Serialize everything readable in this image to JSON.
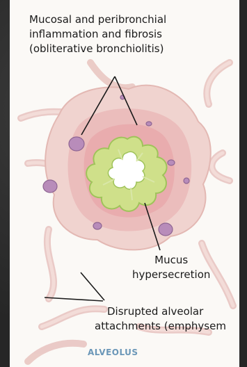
{
  "labels": {
    "inflammation_line1": "Mucosal and peribronchial",
    "inflammation_line2": "inflammation and fibrosis",
    "inflammation_line3": "(obliterative bronchiolitis)",
    "mucus_line1": "Mucus",
    "mucus_line2": "hypersecretion",
    "disrupted_line1": "Disrupted alveolar",
    "disrupted_line2": "attachments (emphysem",
    "alveolus": "ALVEOLUS"
  },
  "colors": {
    "panel": "#fbf9f6",
    "tissue": "#f1d6d2",
    "tissue_dark": "#e6b7b3",
    "inflamed": "#e7a7aa",
    "mucosa_green": "#cfe08a",
    "mucosa_edge": "#9fc35a",
    "lumen": "#ffffff",
    "cell_purple": "#b58bb8",
    "leader": "#1a1a1a",
    "alveolus_label": "#6b97b8"
  }
}
